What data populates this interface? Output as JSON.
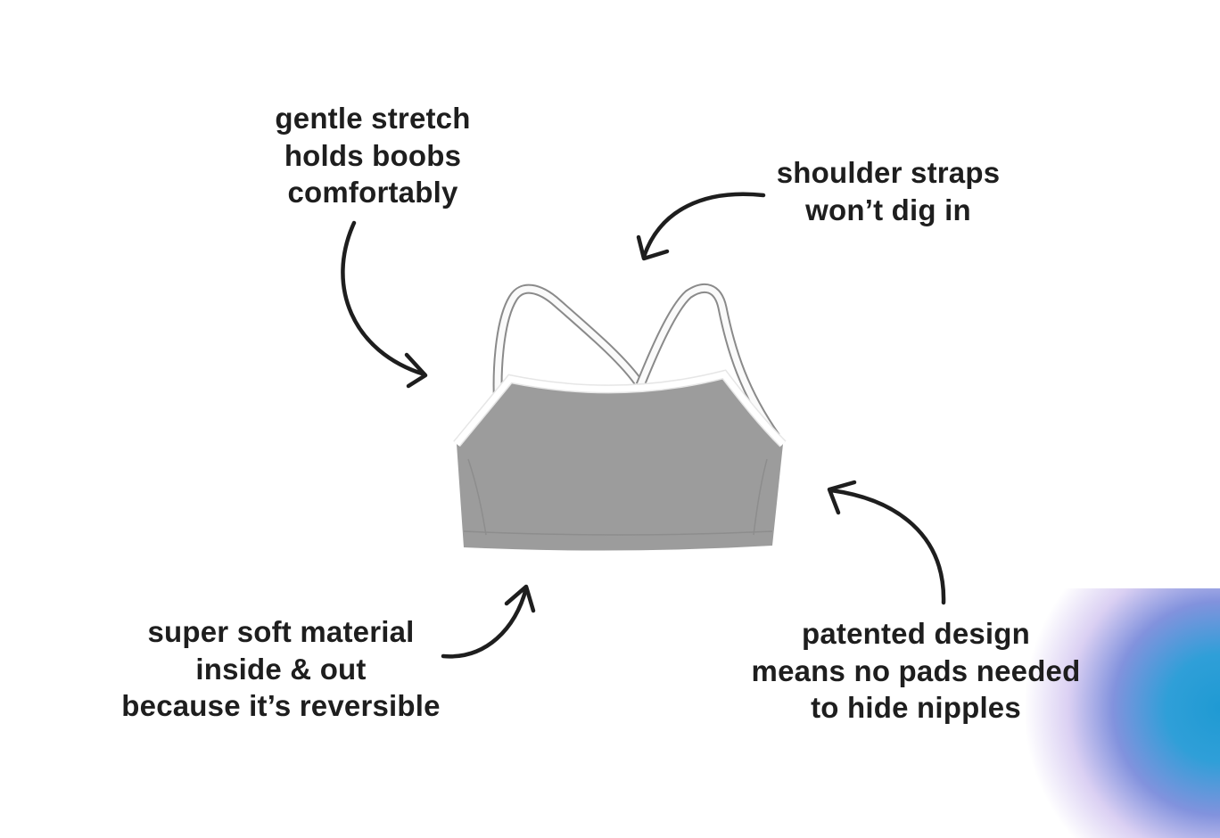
{
  "callouts": {
    "stretch": {
      "lines": [
        "gentle stretch",
        "holds boobs",
        "comfortably"
      ]
    },
    "straps": {
      "lines": [
        "shoulder straps",
        "won’t dig in"
      ]
    },
    "material": {
      "lines": [
        "super soft material",
        "inside & out",
        "because it’s reversible"
      ]
    },
    "design": {
      "lines": [
        "patented design",
        "means no pads needed",
        "to hide nipples"
      ]
    }
  },
  "colors": {
    "text": "#1e1e1e",
    "fabric": "#9c9c9c",
    "trim": "#ffffff",
    "accent": "#1f9ad3"
  }
}
